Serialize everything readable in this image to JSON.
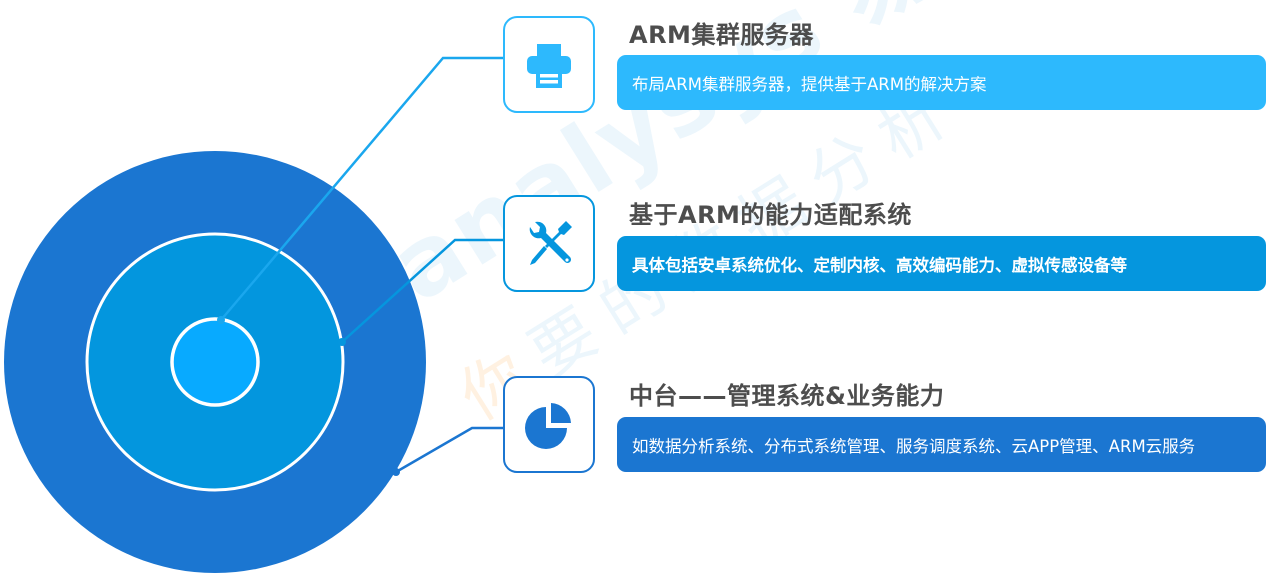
{
  "watermark": {
    "brand": "analysys 易观",
    "slogan_first": "你",
    "slogan_rest": "要的数据分析"
  },
  "colors": {
    "outer_ring": "#1b76d1",
    "middle_ring": "#0396de",
    "inner_ring": "#08aaff",
    "title_text": "#4d4d4d",
    "ring_stroke": "#ffffff"
  },
  "items": [
    {
      "icon": "printer-icon",
      "title": "ARM集群服务器",
      "description": "布局ARM集群服务器，提供基于ARM的解决方案",
      "color": "#2db9fd",
      "line_color": "#1aa7ee"
    },
    {
      "icon": "tools-icon",
      "title": "基于ARM的能力适配系统",
      "description": "具体包括安卓系统优化、定制内核、高效编码能力、虚拟传感设备等",
      "color": "#0596de",
      "line_color": "#0596de"
    },
    {
      "icon": "pie-chart-icon",
      "title": "中台——管理系统&业务能力",
      "description": "如数据分析系统、分布式系统管理、服务调度系统、云APP管理、ARM云服务",
      "color": "#1b76d1",
      "line_color": "#1b76d1"
    }
  ]
}
